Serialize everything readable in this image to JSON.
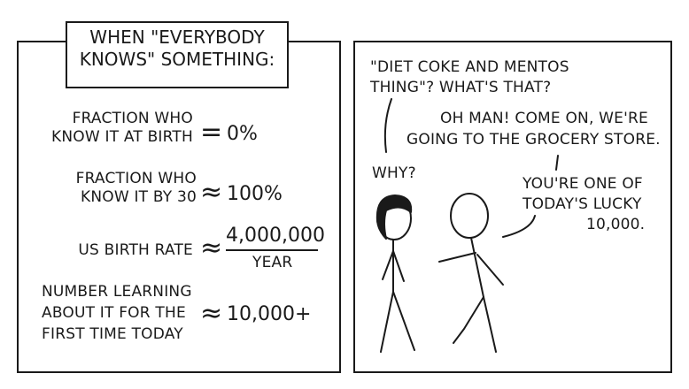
{
  "panel1": {
    "caption_line1": "WHEN \"EVERYBODY",
    "caption_line2": "KNOWS\" SOMETHING:",
    "row1": {
      "label_line1": "FRACTION WHO",
      "label_line2": "KNOW IT AT BIRTH",
      "op": "=",
      "value": "0%"
    },
    "row2": {
      "label_line1": "FRACTION WHO",
      "label_line2": "KNOW IT BY 30",
      "op": "≈",
      "value": "100%"
    },
    "row3": {
      "label": "US BIRTH RATE",
      "op": "≈",
      "numerator": "4,000,000",
      "denominator": "YEAR"
    },
    "row4": {
      "label_line1": "NUMBER LEARNING",
      "label_line2": "ABOUT IT FOR THE",
      "label_line3": "FIRST TIME TODAY",
      "op": "≈",
      "value": "10,000+"
    }
  },
  "panel2": {
    "bubble1_line1": "\"DIET COKE AND MENTOS",
    "bubble1_line2": "THING\"? WHAT'S THAT?",
    "bubble2_line1": "OH MAN! COME ON, WE'RE",
    "bubble2_line2": "GOING TO THE GROCERY STORE.",
    "bubble3": "WHY?",
    "bubble4_line1": "YOU'RE ONE OF",
    "bubble4_line2": "TODAY'S LUCKY",
    "bubble4_line3": "10,000."
  }
}
